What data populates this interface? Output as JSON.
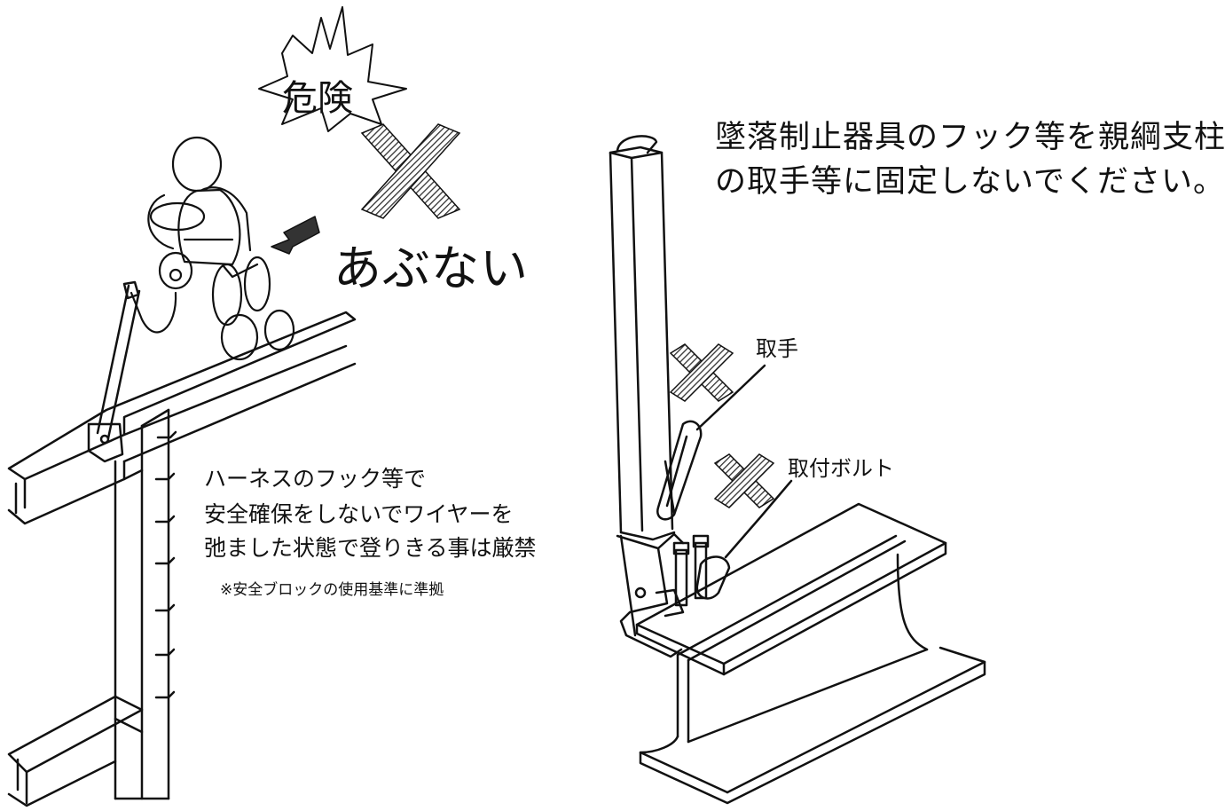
{
  "danger_burst": {
    "label": "危険"
  },
  "left_scene": {
    "arrow_caption": "あぶない",
    "warning_lines": [
      "ハーネスのフック等で",
      "安全確保をしないでワイヤーを",
      "弛ました状態で登りきる事は厳禁"
    ],
    "note": "※安全ブロックの使用基準に準拠"
  },
  "right_scene": {
    "warning_lines": [
      "墜落制止器具のフック等を親綱支柱",
      "の取手等に固定しないでください。"
    ],
    "labels": {
      "handle": "取手",
      "bolt": "取付ボルト"
    }
  },
  "colors": {
    "line": "#111111",
    "background": "#ffffff",
    "hatch": "#333333"
  }
}
